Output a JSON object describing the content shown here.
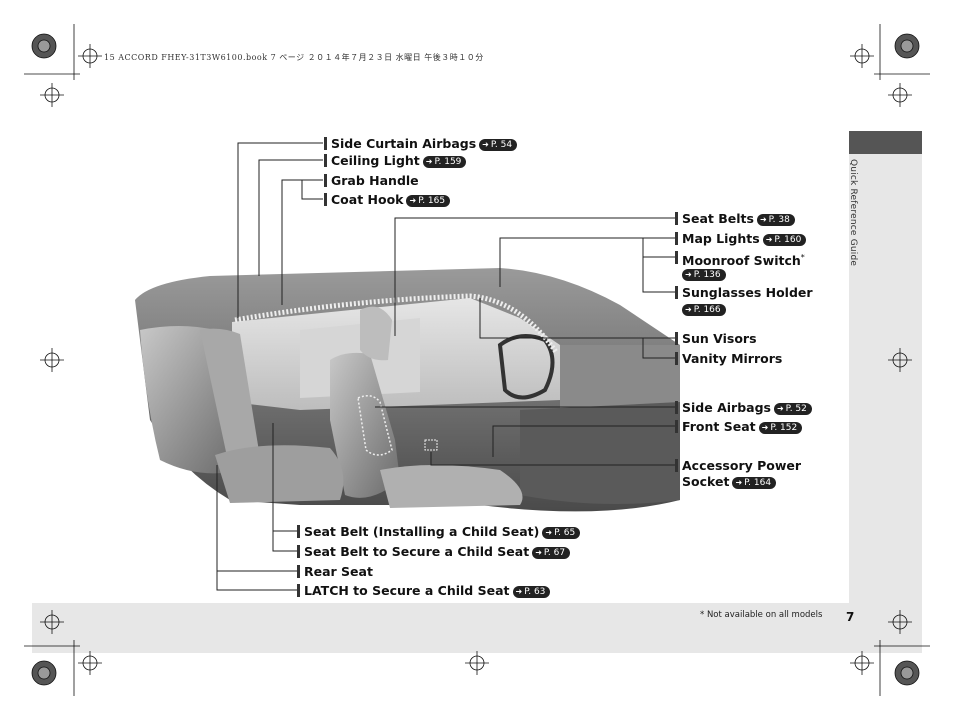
{
  "header_meta": "15 ACCORD FHEY-31T3W6100.book  7 ページ  ２０１４年７月２３日  水曜日  午後３時１０分",
  "side_label": "Quick Reference Guide",
  "footnote": "* Not available on all models",
  "page_number": "7",
  "ref_arrow": "➜",
  "labels": {
    "side_curtain_airbags": {
      "text": "Side Curtain Airbags",
      "ref": "P. 54"
    },
    "ceiling_light": {
      "text": "Ceiling Light",
      "ref": "P. 159"
    },
    "grab_handle": {
      "text": "Grab Handle"
    },
    "coat_hook": {
      "text": "Coat Hook",
      "ref": "P. 165"
    },
    "seat_belts": {
      "text": "Seat Belts",
      "ref": "P. 38"
    },
    "map_lights": {
      "text": "Map Lights",
      "ref": "P. 160"
    },
    "moonroof_switch": {
      "text": "Moonroof Switch",
      "asterisk": "*",
      "ref": "P. 136"
    },
    "sunglasses_holder": {
      "text": "Sunglasses Holder",
      "ref": "P. 166"
    },
    "sun_visors": {
      "text": "Sun Visors"
    },
    "vanity_mirrors": {
      "text": "Vanity Mirrors"
    },
    "side_airbags": {
      "text": "Side Airbags",
      "ref": "P. 52"
    },
    "front_seat": {
      "text": "Front Seat",
      "ref": "P. 152"
    },
    "accessory_power_socket": {
      "line1": "Accessory Power",
      "line2": "Socket",
      "ref": "P. 164"
    },
    "seat_belt_child": {
      "text": "Seat Belt (Installing a Child Seat)",
      "ref": "P. 65"
    },
    "seat_belt_secure": {
      "text": "Seat Belt to Secure a Child Seat",
      "ref": "P. 67"
    },
    "rear_seat": {
      "text": "Rear Seat"
    },
    "latch": {
      "text": "LATCH to Secure a Child Seat",
      "ref": "P. 63"
    }
  },
  "colors": {
    "band": "#e7e7e7",
    "tab": "#555555",
    "line": "#222222"
  }
}
